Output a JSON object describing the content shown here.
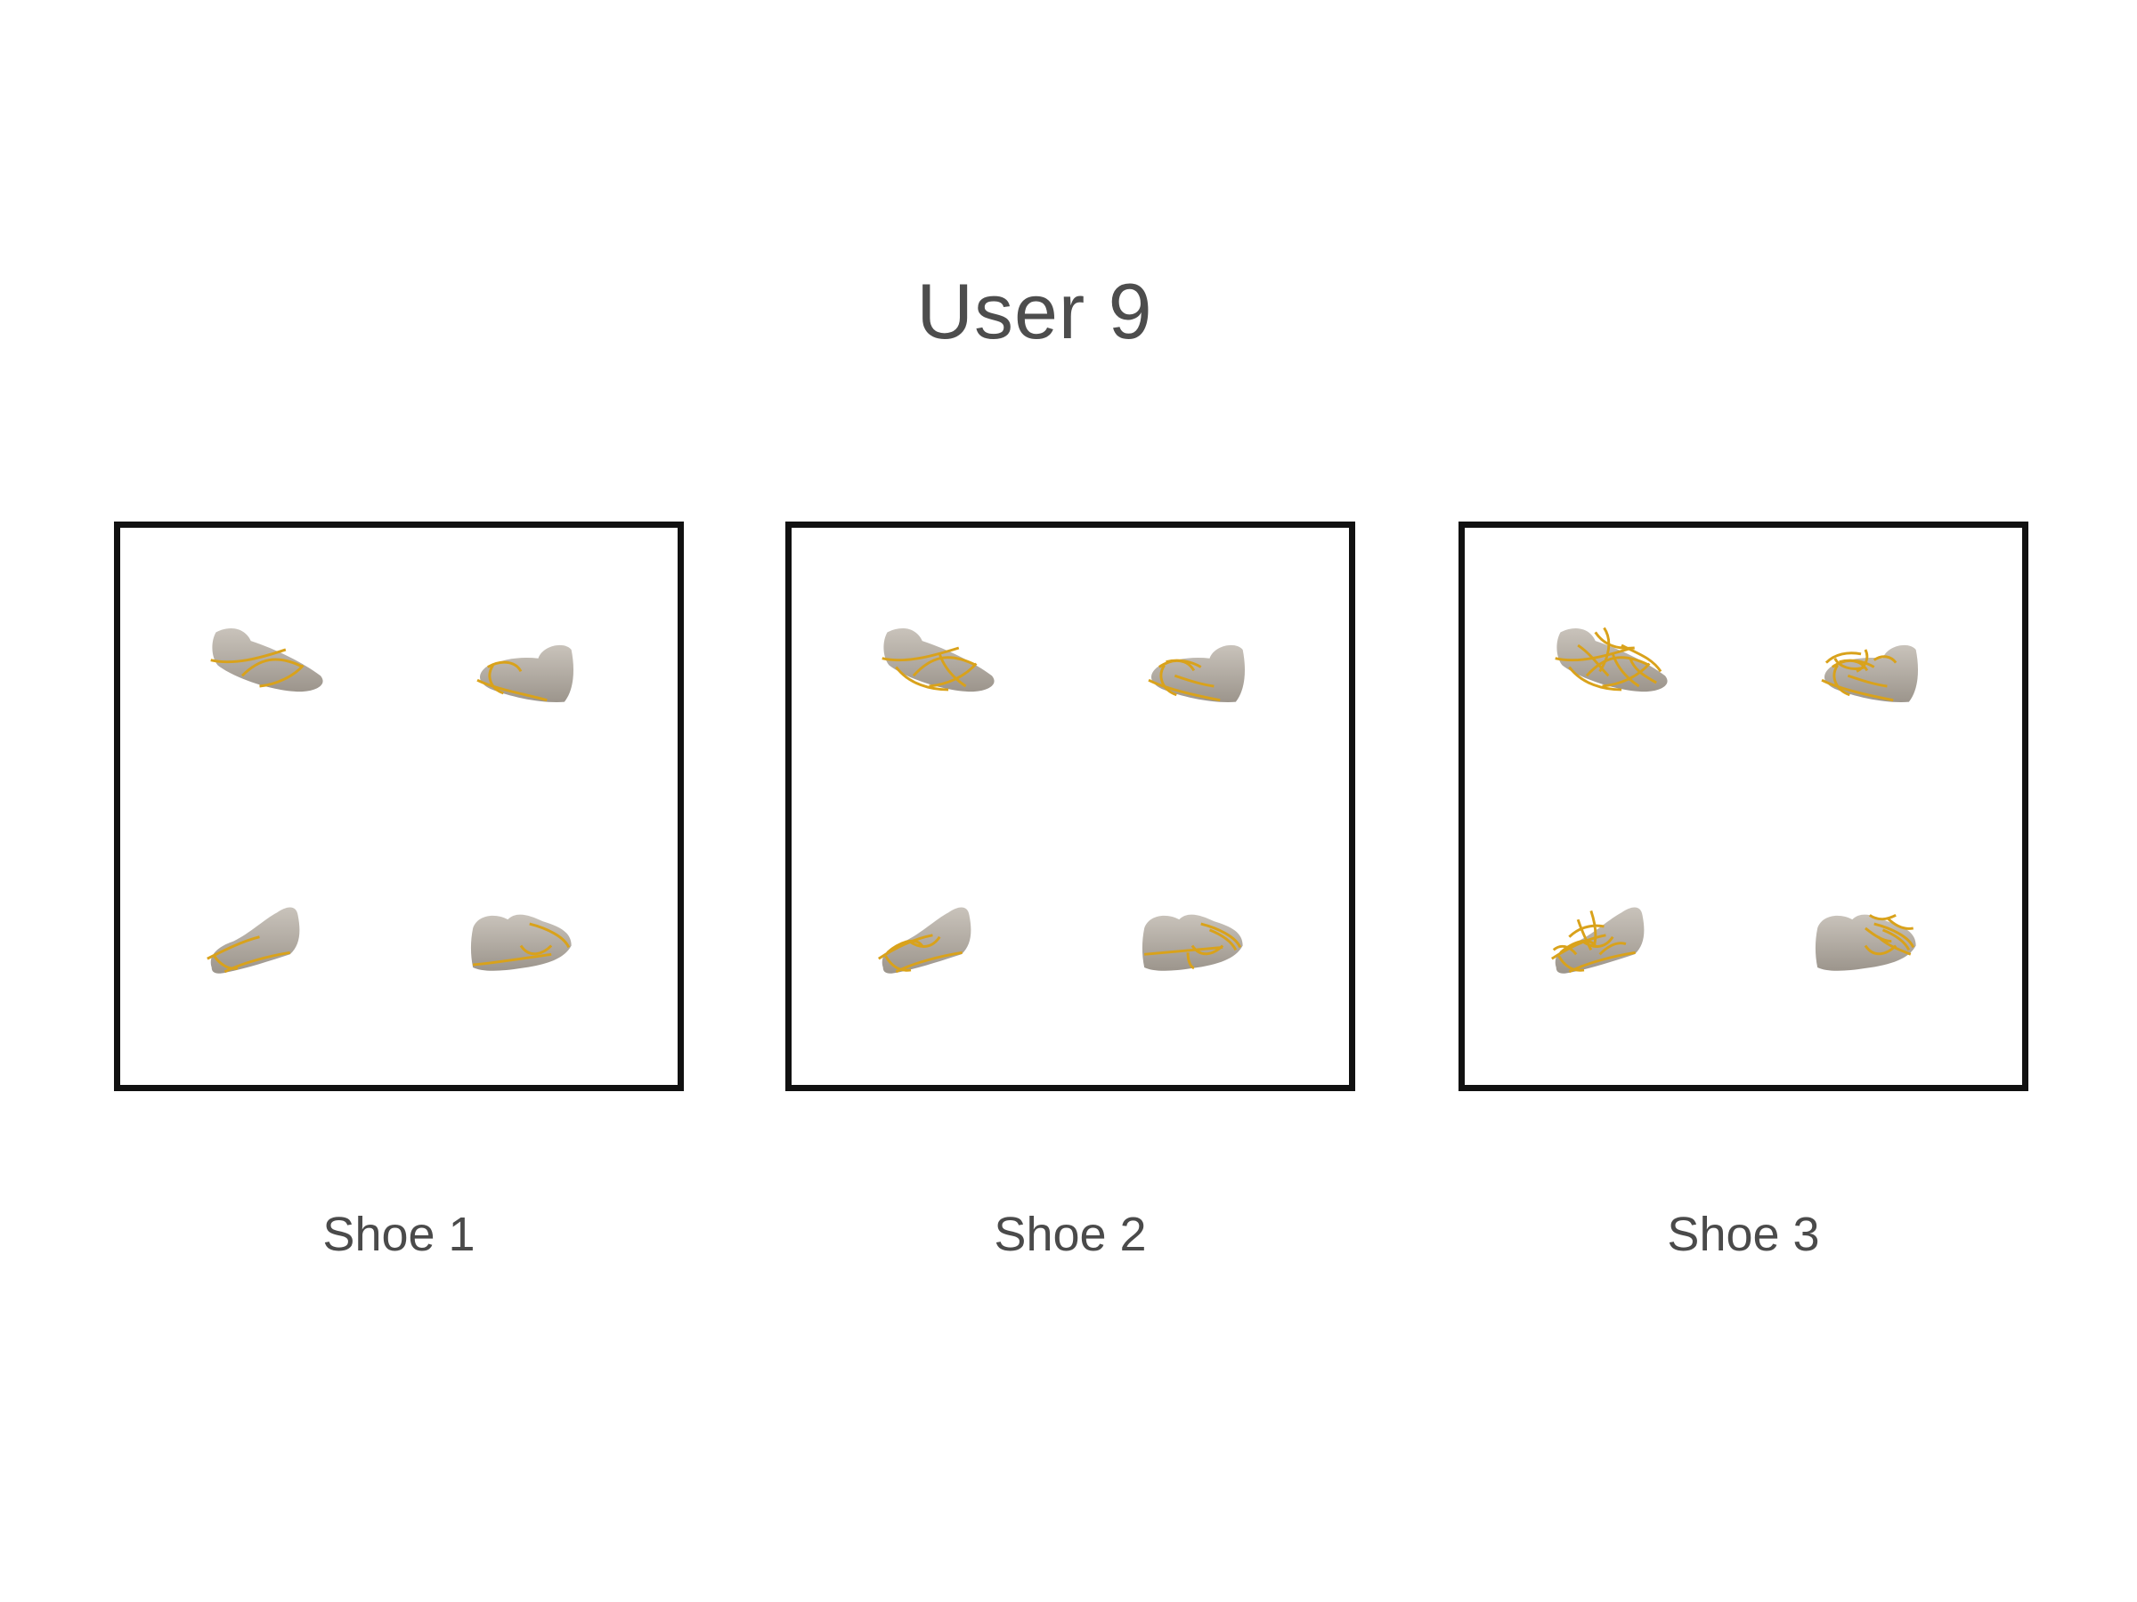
{
  "title": "User 9",
  "colors": {
    "shoe_body": "#b9b3ab",
    "shoe_shade": "#9e978e",
    "lace": "#d9a21b",
    "frame": "#111111",
    "text": "#4a4a4a"
  },
  "panels": [
    {
      "caption": "Shoe 1",
      "lace_density": "sparse",
      "views": [
        "left-front",
        "right-rear",
        "left-rear",
        "right-front"
      ]
    },
    {
      "caption": "Shoe 2",
      "lace_density": "medium",
      "views": [
        "left-front",
        "right-rear",
        "left-rear",
        "right-front"
      ]
    },
    {
      "caption": "Shoe 3",
      "lace_density": "dense",
      "views": [
        "left-front",
        "right-rear",
        "left-rear",
        "right-front"
      ]
    }
  ]
}
